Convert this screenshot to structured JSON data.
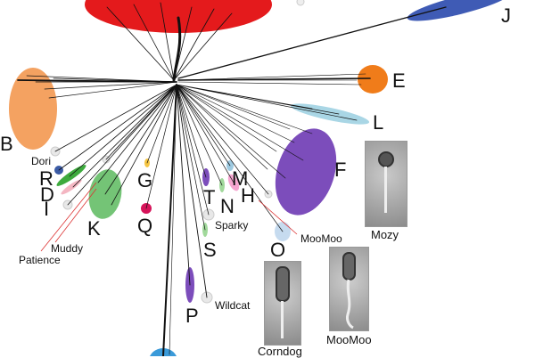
{
  "tree": {
    "clusters": [
      {
        "id": "A",
        "label": "",
        "color": "#e41a1c"
      },
      {
        "id": "B",
        "label": "B",
        "color": "#f4a261"
      },
      {
        "id": "D",
        "label": "D",
        "color": "#f4b6c2"
      },
      {
        "id": "E",
        "label": "E",
        "color": "#f07c1a"
      },
      {
        "id": "F",
        "label": "F",
        "color": "#7c4dbb"
      },
      {
        "id": "G",
        "label": "G",
        "color": "#f5c542"
      },
      {
        "id": "H",
        "label": "H",
        "color": "#c9a6e3"
      },
      {
        "id": "I",
        "label": "I",
        "color": "#f6a6d0"
      },
      {
        "id": "J",
        "label": "J",
        "color": "#3f5bb5"
      },
      {
        "id": "K",
        "label": "K",
        "color": "#74c476"
      },
      {
        "id": "L",
        "label": "L",
        "color": "#a9d6e5"
      },
      {
        "id": "M",
        "label": "M",
        "color": "#7c4dbb"
      },
      {
        "id": "N",
        "label": "N",
        "color": "#9ecae1"
      },
      {
        "id": "O",
        "label": "O",
        "color": "#c6dbef"
      },
      {
        "id": "P",
        "label": "P",
        "color": "#a1d99b"
      },
      {
        "id": "Q",
        "label": "Q",
        "color": "#d6145a"
      },
      {
        "id": "R",
        "label": "R",
        "color": "#3b5ba5"
      },
      {
        "id": "S",
        "label": "S",
        "color": "#a1d99b"
      },
      {
        "id": "T",
        "label": "T",
        "color": "#7c4dbb"
      }
    ],
    "singletons": {
      "dori": "Dori",
      "muddy": "Muddy",
      "patience": "Patience",
      "sparky": "Sparky",
      "moomoo": "MooMoo",
      "wildcat": "Wildcat"
    }
  },
  "micrographs": {
    "mozy": "Mozy",
    "corndog": "Corndog",
    "moomoo": "MooMoo"
  }
}
